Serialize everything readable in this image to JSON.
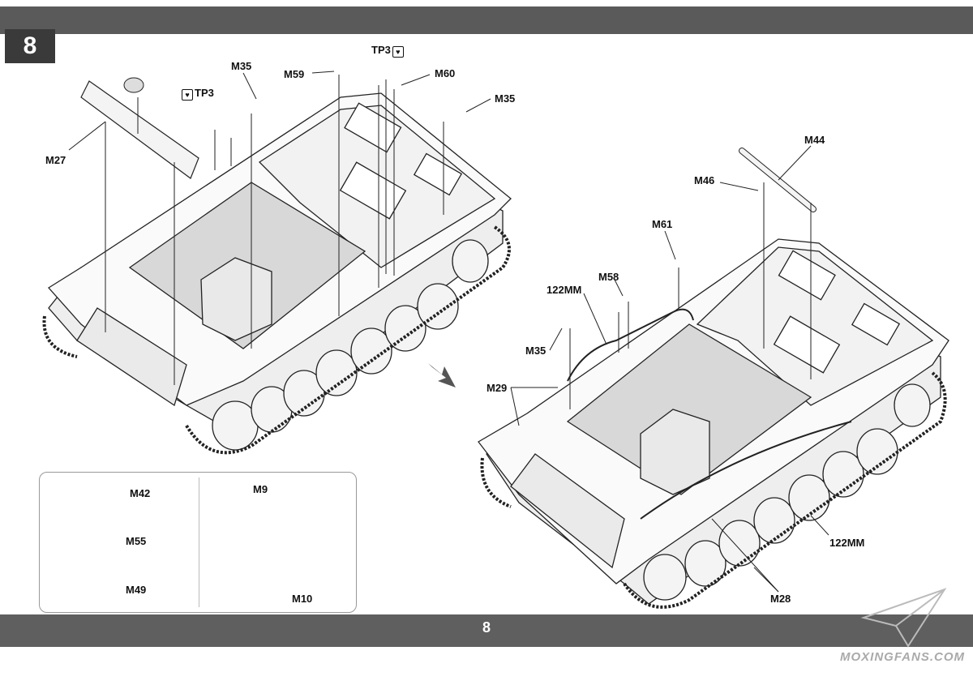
{
  "step": {
    "number": "8"
  },
  "page": {
    "number": "8"
  },
  "watermark": {
    "text": "MOXINGFANS.COM"
  },
  "labels": {
    "m27": "M27",
    "tp3_left": "TP3",
    "m35_top": "M35",
    "m59": "M59",
    "tp3_right": "TP3",
    "m60": "M60",
    "m35_right": "M35",
    "m44": "M44",
    "m46": "M46",
    "m61": "M61",
    "m58": "M58",
    "mm122_top": "122MM",
    "m35_lower": "M35",
    "m29": "M29",
    "mm122_right": "122MM",
    "m28": "M28"
  },
  "inset": {
    "m42": "M42",
    "m55": "M55",
    "m49": "M49",
    "m9": "M9",
    "m10": "M10"
  },
  "colors": {
    "bar": "#5a5a5a",
    "step_box": "#3a3a3a",
    "deck": "#d8d8d8"
  }
}
